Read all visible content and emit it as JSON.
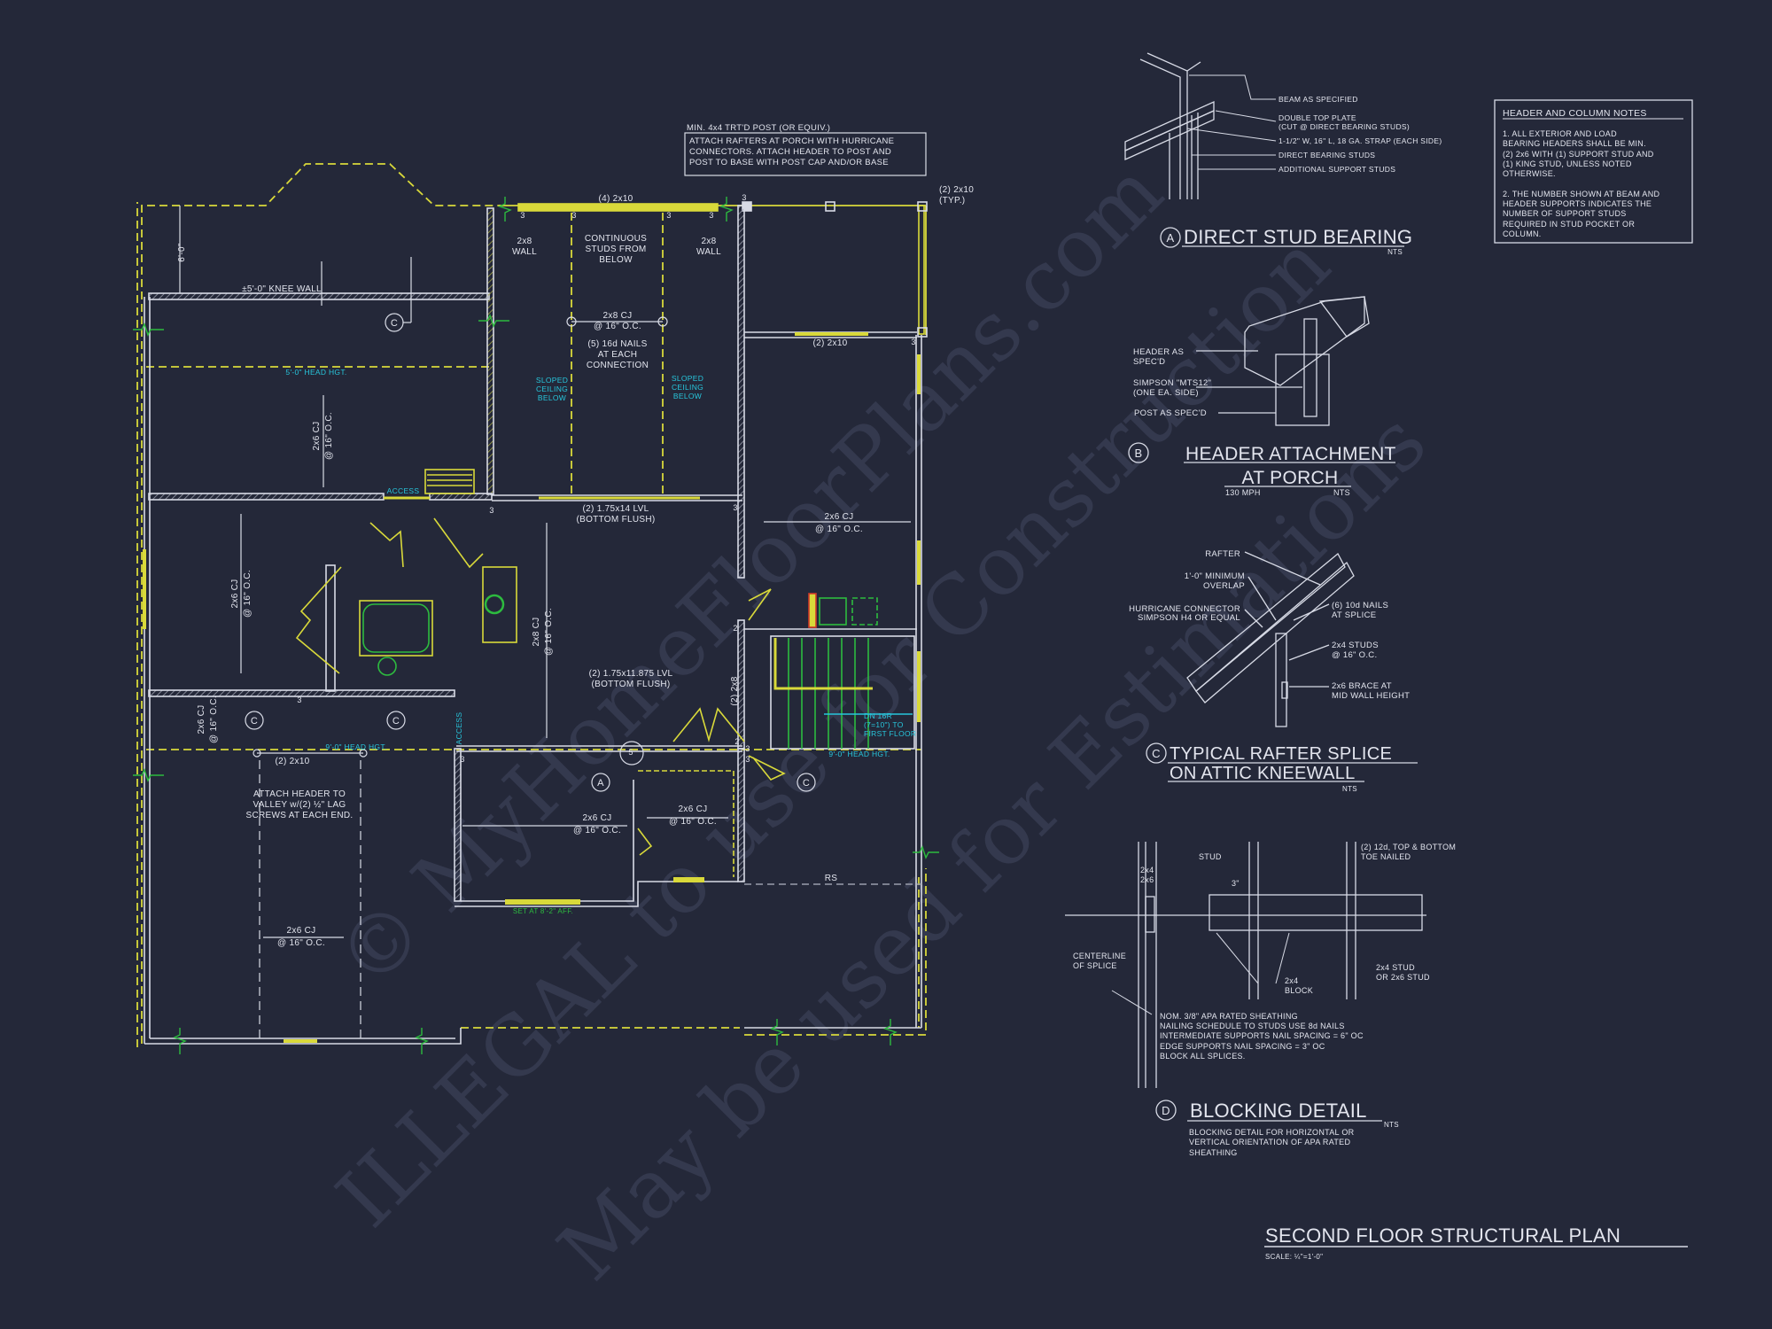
{
  "sheet": {
    "title": "SECOND FLOOR STRUCTURAL PLAN",
    "scale": "SCALE: ¼\"=1'-0\"",
    "watermark": [
      "© MyHomeFloorPlans.com",
      "ILLEGAL to use for Construction",
      "May be used for Estimations"
    ]
  },
  "colors": {
    "background": "#242839",
    "linework": "#d8dbe6",
    "structural_yellow": "#d9d93a",
    "annotation_cyan": "#27c6dc",
    "break_green": "#2dbb3f",
    "appliance_red": "#d23a2a"
  },
  "plan": {
    "porch_note": {
      "title": "MIN. 4x4 TRT'D POST (OR EQUIV.)",
      "lines": [
        "ATTACH RAFTERS AT PORCH WITH HURRICANE",
        "CONNECTORS.  ATTACH HEADER TO POST AND",
        "POST TO BASE WITH POST CAP AND/OR BASE"
      ]
    },
    "header_4_2x10": "(4) 2x10",
    "header_typ": [
      "(2) 2x10",
      "(TYP.)"
    ],
    "wall_2x8_left": [
      "2x8",
      "WALL"
    ],
    "wall_2x8_right": [
      "2x8",
      "WALL"
    ],
    "continuous_studs": [
      "CONTINUOUS",
      "STUDS FROM",
      "BELOW"
    ],
    "cj_2x8_top": [
      "2x8 CJ",
      "@ 16\" O.C."
    ],
    "nails_note": [
      "(5) 16d NAILS",
      "AT EACH",
      "CONNECTION"
    ],
    "sloped_left": [
      "SLOPED",
      "CEILING",
      "BELOW"
    ],
    "sloped_right": [
      "SLOPED",
      "CEILING",
      "BELOW"
    ],
    "header_porch_2x10": "(2) 2x10",
    "knee_wall": "±5'-0\" KNEE WALL",
    "dim_6ft": "6'-0\"",
    "head_hgt_1": "5'-0\" HEAD HGT.",
    "head_hgt_2": "9'-0\" HEAD HGT.",
    "head_hgt_3": "9'-0\" HEAD HGT.",
    "cj_left_upper": [
      "2x6 CJ",
      "@ 16\" O.C."
    ],
    "access_1": "ACCESS",
    "access_2": "ACCESS",
    "lvl_top": [
      "(2) 1.75x14 LVL",
      "(BOTTOM FLUSH)"
    ],
    "cj_right": [
      "2x6 CJ",
      "@ 16\" O.C."
    ],
    "cj_left_mid": [
      "2x6 CJ",
      "@ 16\" O.C."
    ],
    "cj_center": [
      "2x8 CJ",
      "@ 16\" O.C."
    ],
    "lvl_bottom": [
      "(2) 1.75x11.875 LVL",
      "(BOTTOM FLUSH)"
    ],
    "header_2x8": "(2) 2x8",
    "stair_note": [
      "DN 16R",
      "(7=10\") TO",
      "FIRST FLOOR"
    ],
    "cj_small_left": [
      "2x6 CJ",
      "@ 16\" O.C."
    ],
    "header_valley": "(2) 2x10",
    "valley_note": [
      "ATTACH HEADER TO",
      "VALLEY w/(2) ½\" LAG",
      "SCREWS AT EACH END."
    ],
    "cj_lower_center": [
      "2x6 CJ",
      "@ 16\" O.C."
    ],
    "cj_lower_right": [
      "2x6 CJ",
      "@ 16\" O.C."
    ],
    "cj_bottom_left": [
      "2x6 CJ",
      "@ 16\" O.C."
    ],
    "set_at": "SET AT 8'-2\" AFF.",
    "rs": "RS",
    "support_studs": [
      "3",
      "3",
      "3",
      "3",
      "3",
      "3",
      "3",
      "3",
      "3",
      "3",
      "3",
      "2",
      "2",
      "3",
      "5"
    ],
    "callouts": [
      "C",
      "C",
      "C",
      "C",
      "A"
    ]
  },
  "detail_a": {
    "labels": [
      "BEAM AS SPECIFIED",
      "DOUBLE TOP PLATE",
      "(CUT @ DIRECT BEARING STUDS)",
      "1-1/2\" W, 16\" L, 18 GA. STRAP (EACH SIDE)",
      "DIRECT BEARING STUDS",
      "ADDITIONAL SUPPORT STUDS"
    ],
    "tag": "A",
    "title": "DIRECT STUD BEARING",
    "nts": "NTS"
  },
  "notes_box": {
    "title": "HEADER AND COLUMN NOTES",
    "note1": [
      "1. ALL EXTERIOR AND LOAD",
      "BEARING HEADERS SHALL BE MIN.",
      "(2) 2x6 WITH (1) SUPPORT STUD AND",
      "(1) KING STUD, UNLESS NOTED",
      "OTHERWISE."
    ],
    "note2": [
      "2. THE NUMBER SHOWN AT BEAM AND",
      "HEADER SUPPORTS INDICATES THE",
      "NUMBER OF SUPPORT STUDS",
      "REQUIRED IN STUD POCKET OR",
      "COLUMN."
    ]
  },
  "detail_b": {
    "header_label": [
      "HEADER AS",
      "SPEC'D"
    ],
    "simpson_label": [
      "SIMPSON \"MTS12\"",
      "(ONE EA. SIDE)"
    ],
    "post_label": "POST AS SPEC'D",
    "tag": "B",
    "title": [
      "HEADER ATTACHMENT",
      "AT PORCH"
    ],
    "wind": "130 MPH",
    "nts": "NTS"
  },
  "detail_c": {
    "rafter": "RAFTER",
    "overlap": [
      "1'-0\" MINIMUM",
      "OVERLAP"
    ],
    "connector": [
      "HURRICANE CONNECTOR",
      "SIMPSON H4 OR EQUAL"
    ],
    "nails": [
      "(6) 10d NAILS",
      "AT SPLICE"
    ],
    "studs": [
      "2x4 STUDS",
      "@ 16\" O.C."
    ],
    "brace": [
      "2x6 BRACE AT",
      "MID WALL HEIGHT"
    ],
    "tag": "C",
    "title": [
      "TYPICAL RAFTER SPLICE",
      "ON ATTIC KNEEWALL"
    ],
    "nts": "NTS"
  },
  "detail_d": {
    "stud": "STUD",
    "toe_nailed": [
      "(2) 12d, TOP & BOTTOM",
      "TOE NAILED"
    ],
    "spacing": "3\"",
    "stud_size": [
      "2x4",
      "2x6"
    ],
    "centerline": [
      "CENTERLINE",
      "OF SPLICE"
    ],
    "block": [
      "2x4",
      "BLOCK"
    ],
    "stud_option": [
      "2x4 STUD",
      "OR 2x6 STUD"
    ],
    "sheathing": [
      "NOM. 3/8\" APA RATED SHEATHING",
      "NAILING SCHEDULE TO STUDS USE 8d NAILS",
      "INTERMEDIATE SUPPORTS NAIL SPACING = 6\" OC",
      "EDGE SUPPORTS NAIL SPACING = 3\" OC",
      "BLOCK ALL SPLICES."
    ],
    "tag": "D",
    "title": "BLOCKING DETAIL",
    "nts": "NTS",
    "description": [
      "BLOCKING DETAIL FOR HORIZONTAL OR",
      "VERTICAL ORIENTATION OF APA RATED",
      "SHEATHING"
    ]
  }
}
